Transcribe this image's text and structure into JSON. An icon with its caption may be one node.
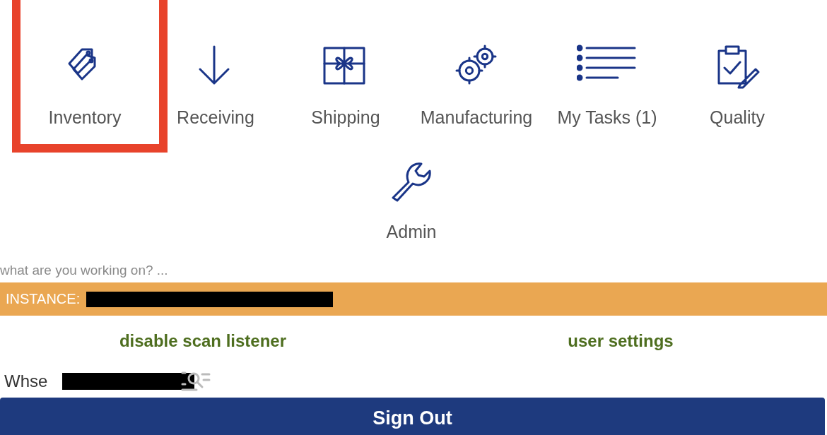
{
  "diagram": {
    "nodes": [
      {
        "text": [
          "Inventory"
        ]
      },
      {
        "text": [
          "Receiving"
        ]
      },
      {
        "text": [
          "Shipping"
        ]
      },
      {
        "text": [
          "Manufacturing"
        ]
      },
      {
        "text": [
          "My Tasks (1)"
        ]
      },
      {
        "text": [
          "Quality"
        ]
      },
      {
        "text": [
          "Admin"
        ]
      }
    ],
    "labels": [
      "what are you working on? ...",
      "INSTANCE:",
      "disable scan listener",
      "user settings",
      "Whse",
      "Sign Out"
    ]
  }
}
